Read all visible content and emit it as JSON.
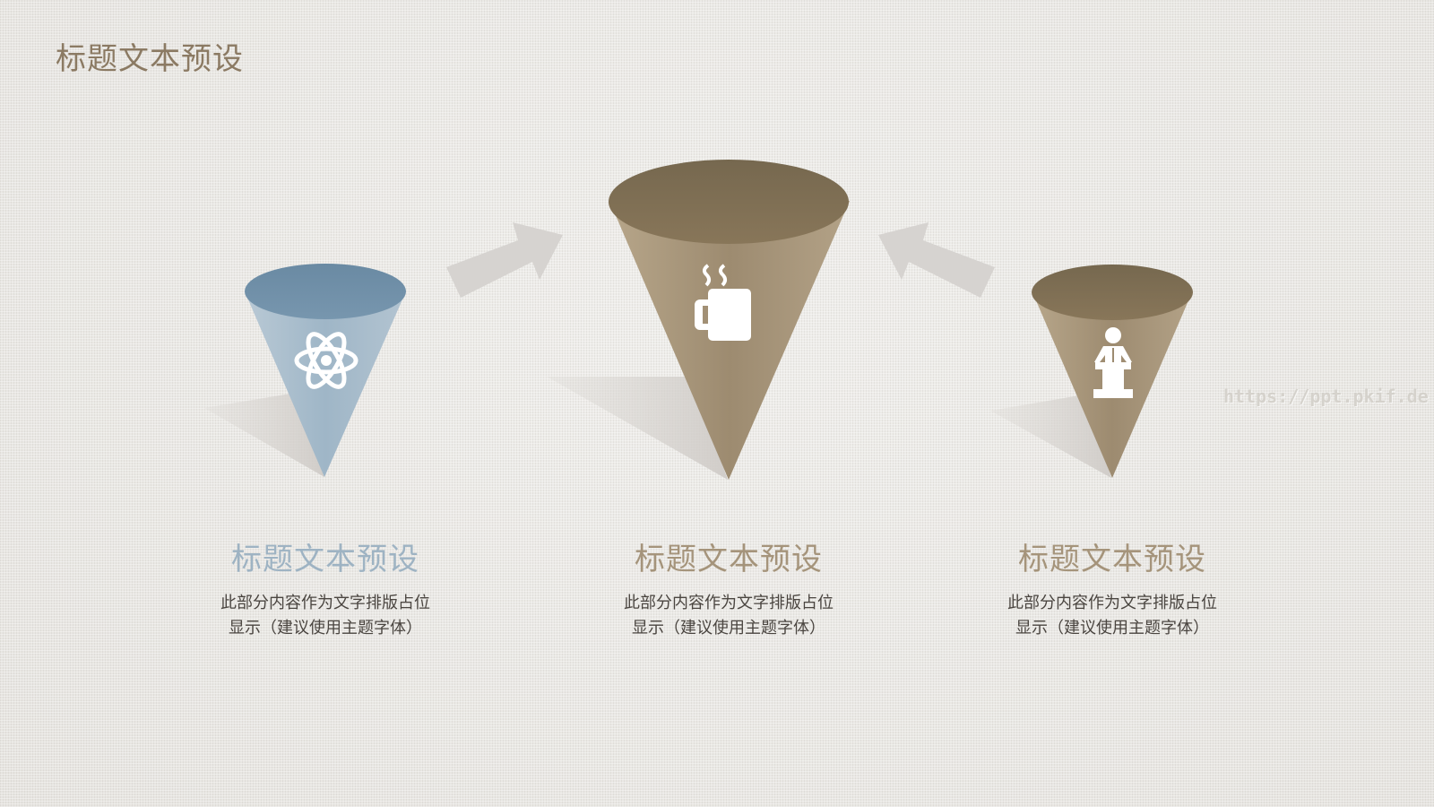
{
  "page": {
    "title": "标题文本预设",
    "watermark": "https://ppt.pkif.de"
  },
  "colors": {
    "title": "#8b7a63",
    "blue": "#7f9db3",
    "tan": "#a08f74",
    "brown": "#7b6a54",
    "arrow": "#d6d3d0",
    "shadow": "#d2cfcb"
  },
  "columns": [
    {
      "title": "标题文本预设",
      "body_line1": "此部分内容作为文字排版占位",
      "body_line2": "显示（建议使用主题字体）",
      "icon": "atom-icon",
      "title_color": "#9eb3c3"
    },
    {
      "title": "标题文本预设",
      "body_line1": "此部分内容作为文字排版占位",
      "body_line2": "显示（建议使用主题字体）",
      "icon": "coffee-mug-icon",
      "title_color": "#a5947b"
    },
    {
      "title": "标题文本预设",
      "body_line1": "此部分内容作为文字排版占位",
      "body_line2": "显示（建议使用主题字体）",
      "icon": "speaker-podium-icon",
      "title_color": "#a5947b"
    }
  ]
}
